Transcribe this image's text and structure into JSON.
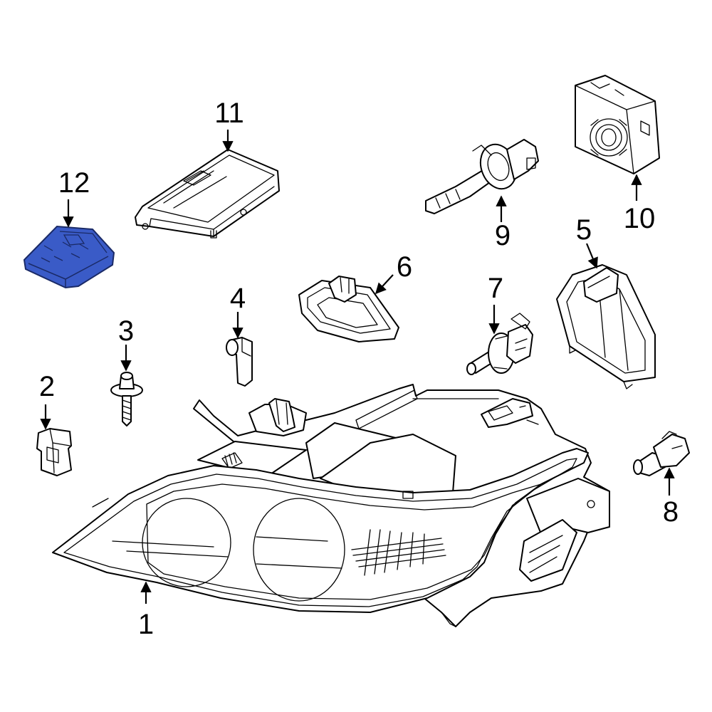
{
  "diagram": {
    "highlight_color": "#3a5bc7",
    "highlighted_part": "12",
    "callouts": {
      "c1": "1",
      "c2": "2",
      "c3": "3",
      "c4": "4",
      "c5": "5",
      "c6": "6",
      "c7": "7",
      "c8": "8",
      "c9": "9",
      "c10": "10",
      "c11": "11",
      "c12": "12"
    }
  }
}
